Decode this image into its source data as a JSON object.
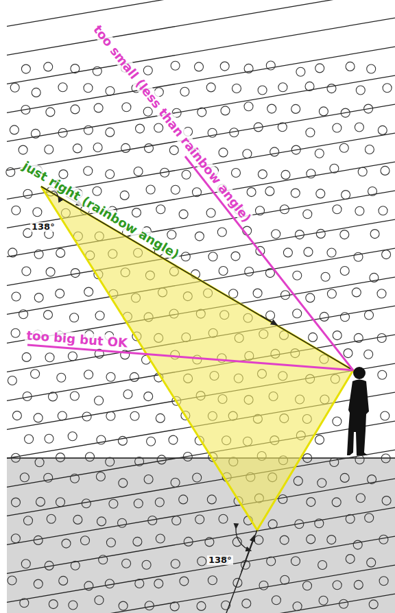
{
  "diagram": {
    "labels": [
      "too small (less than rainbow angle)",
      "just right (rainbow angle)",
      "138°",
      "too big but OK",
      "138°"
    ]
  }
}
